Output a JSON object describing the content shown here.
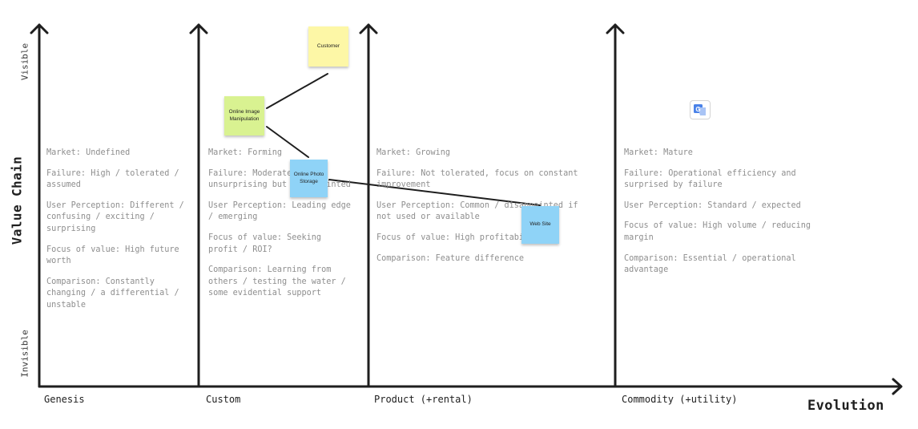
{
  "axes": {
    "y_title": "Value Chain",
    "x_title": "Evolution",
    "visible_label": "Visible",
    "invisible_label": "Invisible"
  },
  "phases": [
    {
      "label": "Genesis",
      "notes": [
        "Market: Undefined",
        "Failure: High / tolerated / assumed",
        "User Perception: Different / confusing / exciting / surprising",
        "Focus of value: High future worth",
        "Comparison: Constantly changing / a differential / unstable"
      ]
    },
    {
      "label": "Custom",
      "notes": [
        "Market: Forming",
        "Failure: Moderate / unsurprising but disappointed",
        "User Perception: Leading edge / emerging",
        "Focus of value: Seeking profit / ROI?",
        "Comparison: Learning from others / testing the water / some evidential support"
      ]
    },
    {
      "label": "Product (+rental)",
      "notes": [
        "Market: Growing",
        "Failure: Not tolerated, focus on constant improvement",
        "User Perception: Common / disappointed if not used or available",
        "Focus of value: High profitability",
        "Comparison: Feature difference"
      ]
    },
    {
      "label": "Commodity (+utility)",
      "notes": [
        "Market: Mature",
        "Failure: Operational efficiency and surprised by failure",
        "User Perception: Standard / expected",
        "Focus of value: High volume / reducing margin",
        "Comparison: Essential / operational advantage"
      ]
    }
  ],
  "components": {
    "customer": {
      "label": "Customer",
      "color": "#fdf7a6"
    },
    "online_image_manipulation": {
      "label": "Online Image Manipulation",
      "color": "#d9f291"
    },
    "online_photo_storage": {
      "label": "Online Photo Storage",
      "color": "#8fd3f7"
    },
    "web_site": {
      "label": "Web Site",
      "color": "#8fd3f7"
    }
  },
  "links": [
    [
      "Customer",
      "Online Image Manipulation"
    ],
    [
      "Online Image Manipulation",
      "Online Photo Storage"
    ],
    [
      "Online Photo Storage",
      "Web Site"
    ]
  ],
  "translate_badge": {
    "icon": "google-translate-icon",
    "glyph": "G"
  },
  "colors": {
    "axis": "#1e1e1e",
    "note_text": "#8e8e8e"
  }
}
